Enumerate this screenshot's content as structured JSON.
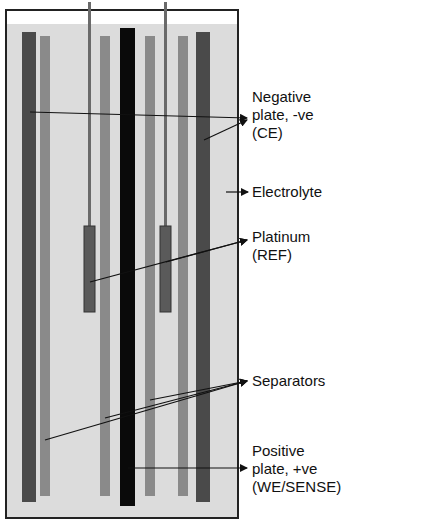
{
  "diagram": {
    "labels": [
      "Negative plate, -ve (CE)",
      "Electrolyte",
      "Platinum (REF)",
      "Separators",
      "Positive plate, +ve (WE/SENSE)"
    ]
  }
}
